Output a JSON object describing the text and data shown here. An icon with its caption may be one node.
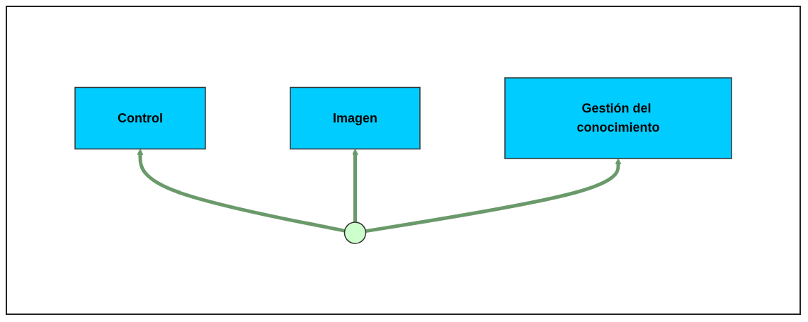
{
  "diagram": {
    "nodes": [
      {
        "text": [
          "Imagen"
        ]
      },
      {
        "text": [
          "Control"
        ]
      },
      {
        "text": [
          "Gestión del conocimiento"
        ]
      },
      {
        "text": [],
        "shape": "arrow"
      }
    ],
    "edges": [
      {
        "from": 3,
        "to": 1,
        "arrow": "to"
      },
      {
        "from": 3,
        "to": 0,
        "arrow": "to"
      },
      {
        "from": 3,
        "to": 2,
        "arrow": "to"
      }
    ]
  }
}
